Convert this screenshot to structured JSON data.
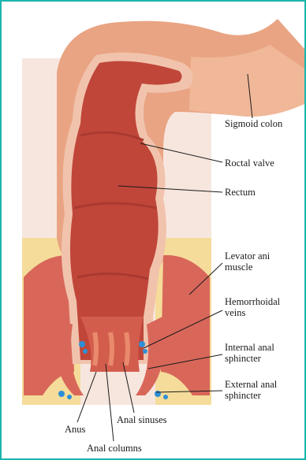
{
  "frame_color": "#1bb5ae",
  "labels": {
    "sigmoid_colon": "Sigmoid colon",
    "rectal_valve": "Roctal valve",
    "rectum": "Rectum",
    "levator_ani": "Levator ani\nmuscle",
    "hemorrhoidal_veins": "Hemorrhoidal\nveins",
    "internal_sphincter": "Internal anal\nsphincter",
    "external_sphincter": "External anal\nsphincter",
    "anus": "Anus",
    "anal_sinuses": "Anal sinuses",
    "anal_columns": "Anal columns"
  }
}
